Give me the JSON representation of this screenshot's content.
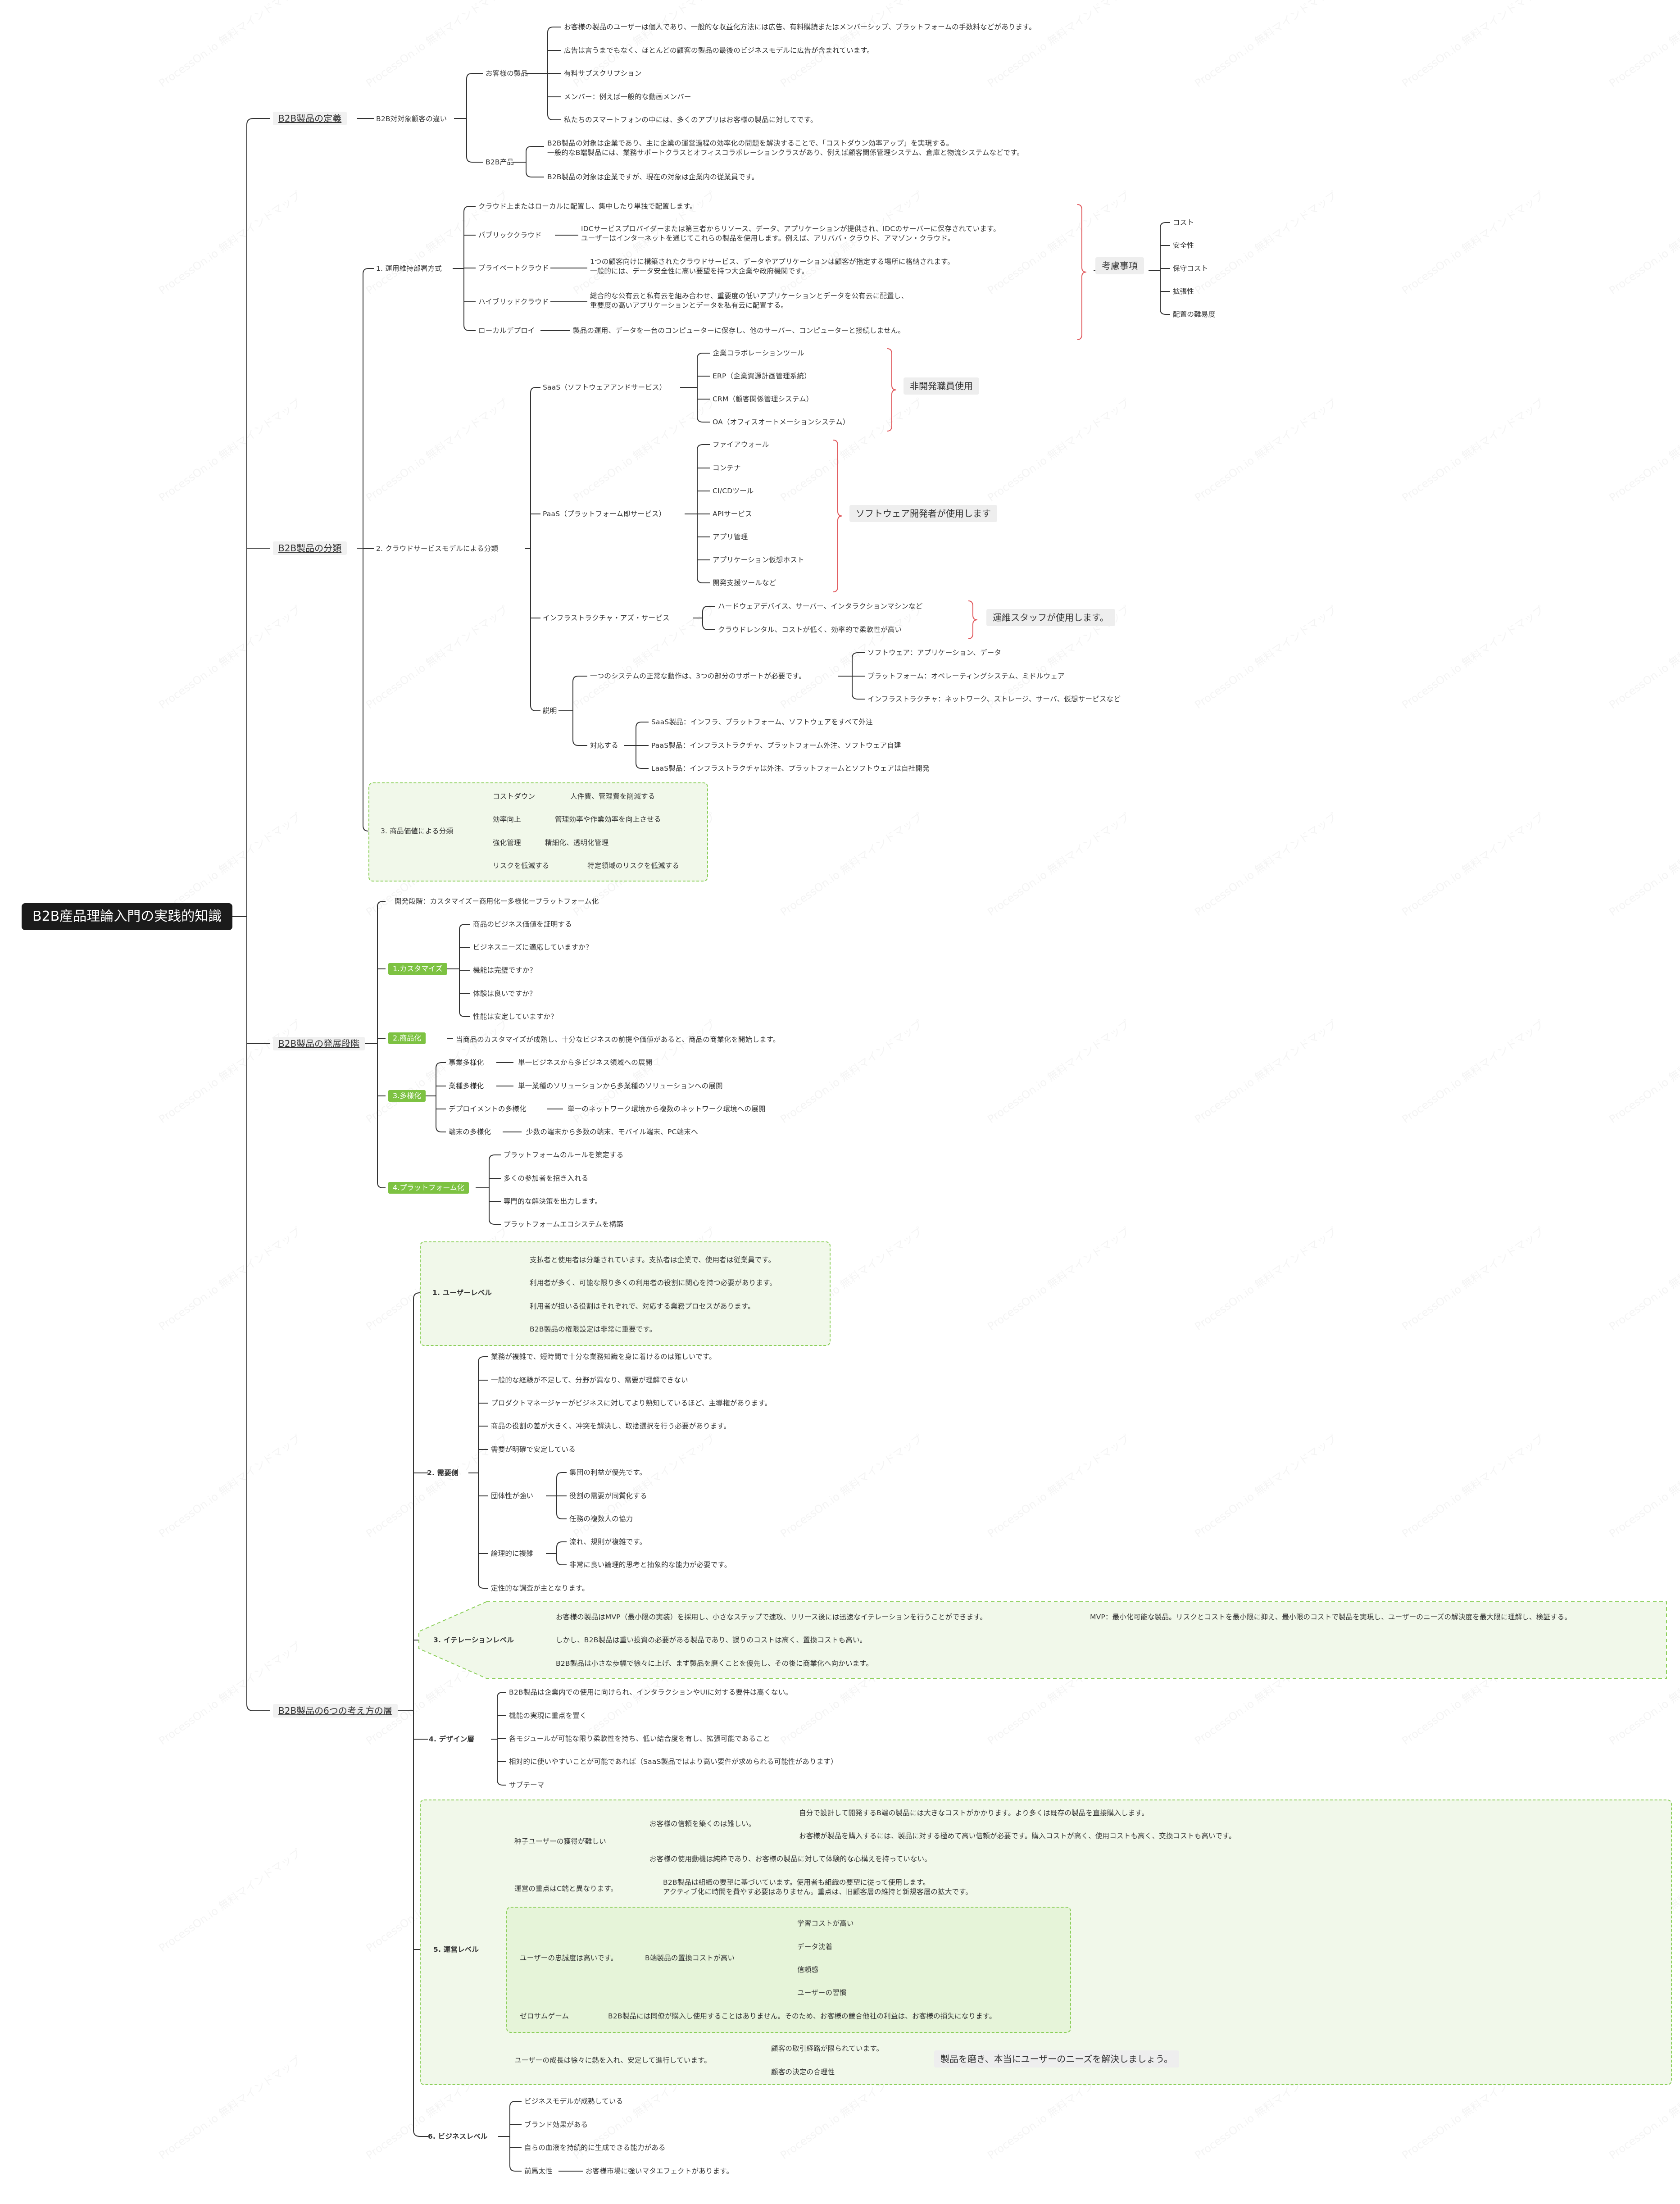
{
  "root": "B2B産品理論入門の実践的知識",
  "s1": {
    "title": "B2B製品の定義",
    "n_diff": "B2B対対象顧客の違い",
    "n_our": "お客様の製品",
    "our": [
      "お客様の製品のユーザーは個人であり、一般的な収益化方法には広告、有料購読またはメンバーシップ、プラットフォームの手数料などがあります。",
      "広告は言うまでもなく、ほとんどの顧客の製品の最後のビジネスモデルに広告が含まれています。",
      "有料サブスクリプション",
      "メンバー：例えば一般的な動画メンバー",
      "私たちのスマートフォンの中には、多くのアプリはお客様の製品に対してです。"
    ],
    "n_b2b": "B2B产品",
    "b2b1": "B2B製品の対象は企業であり、主に企業の運営過程の効率化の問題を解決することで、「コストダウン効率アップ」を実現する。\n一般的なB端製品には、業務サポートクラスとオフィスコラボレーションクラスがあり、例えば顧客関係管理システム、倉庫と物流システムなどです。",
    "b2b2": "B2B製品の対象は企業ですが、現在の対象は企業内の従業員です。"
  },
  "s2": {
    "title": "B2B製品の分類",
    "d1": {
      "title": "1. 運用維持部署方式",
      "items": [
        "クラウド上またはローカルに配置し、集中したり単独で配置します。",
        "パブリッククラウド",
        "プライベートクラウド",
        "ハイブリッドクラウド",
        "ローカルデプロイ"
      ],
      "descs": [
        "IDCサービスプロバイダーまたは第三者からリソース、データ、アプリケーションが提供され、IDCのサーバーに保存されています。\nユーザーはインターネットを通じてこれらの製品を使用します。例えば、アリババ・クラウド、アマゾン・クラウド。",
        "1つの顧客向けに構築されたクラウドサービス、データやアプリケーションは顧客が指定する場所に格納されます。\n一般的には、データ安全性に高い要望を持つ大企業や政府機関です。",
        "総合的な公有云と私有云を組み合わせ、重要度の低いアプリケーションとデータを公有云に配置し、\n重要度の高いアプリケーションとデータを私有云に配置する。",
        "製品の運用、データを一台のコンピューターに保存し、他のサーバー、コンピューターと接続しません。"
      ],
      "sum": "考慮事項",
      "cons": [
        "コスト",
        "安全性",
        "保守コスト",
        "拡張性",
        "配置の難易度"
      ]
    },
    "d2": {
      "title": "2. クラウドサービスモデルによる分類",
      "saas": "SaaS（ソフトウェアアンドサービス）",
      "saas_items": [
        "企業コラボレーションツール",
        "ERP（企業資源計画管理系統）",
        "CRM（顧客関係管理システム）",
        "OA（オフィスオートメーションシステム）"
      ],
      "saas_sum": "非開発職員使用",
      "paas": "PaaS（プラットフォーム即サービス）",
      "paas_items": [
        "ファイアウォール",
        "コンテナ",
        "CI/CDツール",
        "APIサービス",
        "アプリ管理",
        "アプリケーション仮想ホスト",
        "開発支援ツールなど"
      ],
      "paas_sum": "ソフトウェア開発者が使用します",
      "iaas": "インフラストラクチャ・アズ・サービス",
      "iaas_items": [
        "ハードウェアデバイス、サーバー、インタラクションマシンなど",
        "クラウドレンタル、コストが低く、効率的で柔軟性が高い"
      ],
      "iaas_sum": "運維スタッフが使用します。",
      "exp": "説明",
      "exp1": "一つのシステムの正常な動作は、3つの部分のサポートが必要です。",
      "exp1_items": [
        "ソフトウェア：アプリケーション、データ",
        "プラットフォーム：オペレーティングシステム、ミドルウェア",
        "インフラストラクチャ：ネットワーク、ストレージ、サーバ、仮想サービスなど"
      ],
      "exp2": "対応する",
      "exp2_items": [
        "SaaS製品：インフラ、プラットフォーム、ソフトウェアをすべて外注",
        "PaaS製品：インフラストラクチャ、プラットフォーム外注、ソフトウェア自建",
        "LaaS製品：インフラストラクチャは外注、プラットフォームとソフトウェアは自社開発"
      ]
    },
    "d3": {
      "title": "3. 商品価値による分類",
      "items": [
        "コストダウン",
        "効率向上",
        "強化管理",
        "リスクを低減する"
      ],
      "descs": [
        "人件費、管理費を削減する",
        "管理効率や作業効率を向上させる",
        "精細化、透明化管理",
        "特定領域のリスクを低減する"
      ]
    }
  },
  "s3": {
    "title": "B2B製品の発展段階",
    "dev": "開発段階：カスタマイズー商用化ー多様化ープラットフォーム化",
    "g1": "1.カスタマイズ",
    "g1_items": [
      "商品のビジネス価値を証明する",
      "ビジネスニーズに適応していますか？",
      "機能は完璧ですか？",
      "体験は良いですか？",
      "性能は安定していますか？"
    ],
    "g2": "2.商品化",
    "g2_desc": "当商品のカスタマイズが成熟し、十分なビジネスの前提や価値があると、商品の商業化を開始します。",
    "g3": "3.多様化",
    "g3_items": [
      "事業多様化",
      "業種多様化",
      "デプロイメントの多様化",
      "端末の多様化"
    ],
    "g3_descs": [
      "単一ビジネスから多ビジネス領域への展開",
      "単一業種のソリューションから多業種のソリューションへの展開",
      "単一のネットワーク環境から複数のネットワーク環境への展開",
      "少数の端末から多数の端末、モバイル端末、PC端末へ"
    ],
    "g4": "4.プラットフォーム化",
    "g4_items": [
      "プラットフォームのルールを策定する",
      "多くの参加者を招き入れる",
      "専門的な解決策を出力します。",
      "プラットフォームエコシステムを構築"
    ]
  },
  "s4": {
    "title": "B2B製品の6つの考え方の層",
    "u": {
      "title": "1. ユーザーレベル",
      "items": [
        "支払者と使用者は分離されています。支払者は企業で、使用者は従業員です。",
        "利用者が多く、可能な限り多くの利用者の役割に関心を持つ必要があります。",
        "利用者が担いる役割はそれぞれで、対応する業務プロセスがあります。",
        "B2B製品の権限設定は非常に重要です。"
      ]
    },
    "r": {
      "title": "2. 需要側",
      "items": [
        "業務が複雑で、短時間で十分な業務知識を身に着けるのは難しいです。",
        "一般的な経験が不足して、分野が異なり、需要が理解できない",
        "プロダクトマネージャーがビジネスに対してより熟知しているほど、主導権があります。",
        "商品の役割の差が大きく、冲突を解決し、取捨選択を行う必要があります。",
        "需要が明確で安定している",
        "団体性が強い",
        "論理的に複雑",
        "定性的な調査が主となります。"
      ],
      "group": [
        "集団の利益が優先です。",
        "役割の需要が同質化する",
        "任務の複数人の協力"
      ],
      "logic": [
        "流れ、規則が複雑です。",
        "非常に良い論理的思考と抽象的な能力が必要です。"
      ]
    },
    "i": {
      "title": "3. イテレーションレベル",
      "items": [
        "お客様の製品はMVP（最小限の実装）を採用し、小さなステップで速攻、リリース後には迅速なイテレーションを行うことができます。",
        "しかし、B2B製品は重い投資の必要がある製品であり、誤りのコストは高く、置換コストも高い。",
        "B2B製品は小さな歩幅で徐々に上げ、まず製品を磨くことを優先し、その後に商業化へ向かいます。"
      ],
      "mvp": "MVP：最小化可能な製品。リスクとコストを最小限に抑え、最小限のコストで製品を実現し、ユーザーのニーズの解決度を最大限に理解し、検証する。"
    },
    "de": {
      "title": "4. デザイン層",
      "items": [
        "B2B製品は企業内での使用に向けられ、インタラクションやUIに対する要件は高くない。",
        "機能の実現に重点を置く",
        "各モジュールが可能な限り柔軟性を持ち、低い結合度を有し、拡張可能であること",
        "相対的に使いやすいことが可能であれば（SaaS製品ではより高い要件が求められる可能性があります）",
        "サブテーマ"
      ]
    },
    "o": {
      "title": "5. 運営レベル",
      "seed": "种子ユーザーの獲得が難しい",
      "seed1": "お客様の信頼を築くのは難しい。",
      "seed1_items": [
        "自分で設計して開発するB端の製品には大きなコストがかかります。より多くは既存の製品を直接購入します。",
        "お客様が製品を購入するには、製品に対する極めて高い信頼が必要です。購入コストが高く、使用コストも高く、交換コストも高いです。"
      ],
      "seed2": "お客様の使用動機は純粋であり、お客様の製品に対して体験的な心構えを持っていない。",
      "focus": "運営の重点はC端と異なります。",
      "focus_desc": "B2B製品は組織の要望に基づいています。使用者も組織の要望に従って使用します。\nアクティブ化に時間を費やす必要はありません。重点は、旧顧客層の維持と新規客層の拡大です。",
      "loyal": "ユーザーの忠誠度は高いです。",
      "loyal_desc": "B端製品の置換コストが高い",
      "loyal_items": [
        "学習コストが高い",
        "データ沈着",
        "信頼感",
        "ユーザーの習慣"
      ],
      "zero": "ゼロサムゲーム",
      "zero_desc": "B2B製品には同僚が購入し使用することはありません。そのため、お客様の競合他社の利益は、お客様の損失になります。",
      "grow": "ユーザーの成長は徐々に熱を入れ、安定して進行しています。",
      "grow_items": [
        "顧客の取引経路が限られています。",
        "顧客の決定の合理性"
      ],
      "grow_sum": "製品を磨き、本当にユーザーのニーズを解決しましょう。"
    },
    "b": {
      "title": "6. ビジネスレベル",
      "items": [
        "ビジネスモデルが成熟している",
        "ブランド効果がある",
        "自らの血液を持続的に生成できる能力がある",
        "前馬太性"
      ],
      "last": "お客様市場に強いマタエフェクトがあります。"
    }
  },
  "watermark": "ProcessOn.io 無料マインドマップ",
  "colors": {
    "line": "#333333",
    "bracket": "#e0575b",
    "green": "#7dc242",
    "root": "#1b1b1b"
  }
}
